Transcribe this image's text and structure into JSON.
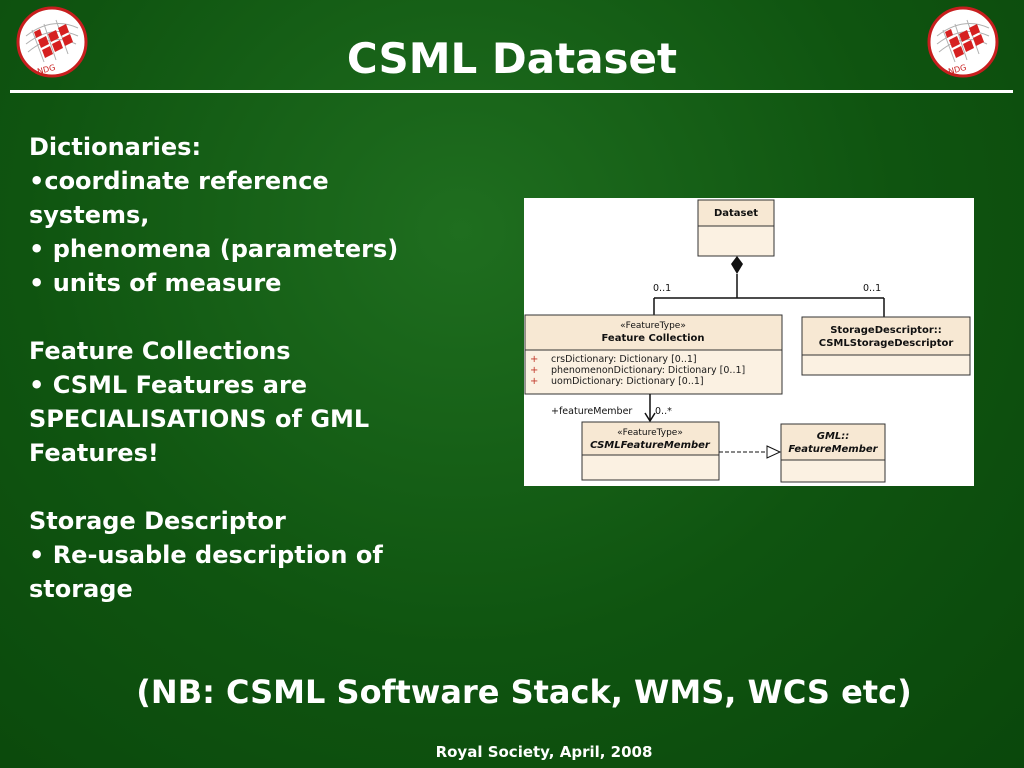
{
  "slide": {
    "title": "CSML Dataset",
    "logo_text": "NDG",
    "body": {
      "dictionaries_heading": "Dictionaries:",
      "dictionaries_items": [
        "•coordinate reference",
        "systems,",
        "• phenomena (parameters)",
        "• units of measure"
      ],
      "features_heading": "Feature Collections",
      "features_items": [
        "• CSML Features are",
        "SPECIALISATIONS of GML",
        "Features!"
      ],
      "storage_heading": "Storage Descriptor",
      "storage_items": [
        "• Re-usable description of",
        "storage"
      ]
    },
    "note": "(NB: CSML Software Stack, WMS, WCS etc)",
    "footer": "Royal Society, April, 2008"
  },
  "diagram": {
    "dataset": "Dataset",
    "mult_left": "0..1",
    "mult_right": "0..1",
    "feature_collection": {
      "stereotype": "«FeatureType»",
      "name": "Feature Collection",
      "attr_marker": "+",
      "attributes": [
        "crsDictionary:  Dictionary [0..1]",
        "phenomenonDictionary:  Dictionary [0..1]",
        "uomDictionary:  Dictionary [0..1]"
      ]
    },
    "storage_descriptor": {
      "name_line1": "StorageDescriptor::",
      "name_line2": "CSMLStorageDescriptor"
    },
    "member_role": "+featureMember",
    "member_mult": "0..*",
    "csml_feature_member": {
      "stereotype": "«FeatureType»",
      "name": "CSMLFeatureMember"
    },
    "gml_feature_member": {
      "name_line1": "GML::",
      "name_line2": "FeatureMember"
    }
  },
  "colors": {
    "background": "#0f5410",
    "text": "#ffffff",
    "logo_red": "#d62020"
  }
}
